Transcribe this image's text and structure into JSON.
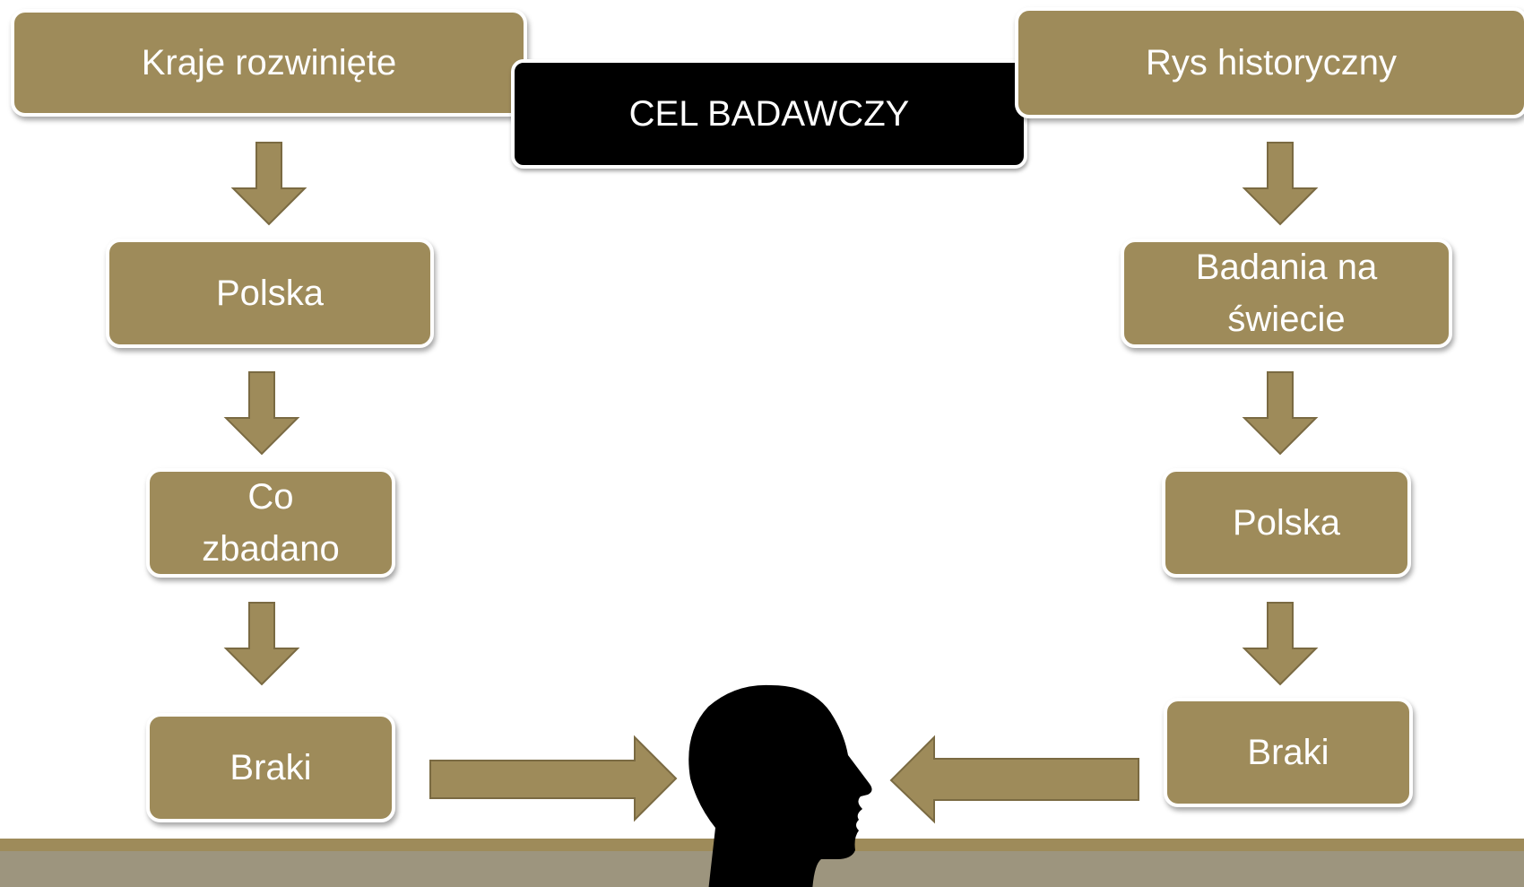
{
  "left_column": {
    "top": "Kraje rozwinięte",
    "step2": "Polska",
    "step3": "Co zbadano",
    "step4": "Braki"
  },
  "center": {
    "title": "CEL BADAWCZY"
  },
  "right_column": {
    "top": "Rys historyczny",
    "step2": "Badania na świecie",
    "step3": "Polska",
    "step4": "Braki"
  },
  "colors": {
    "box_fill": "#9e8b5a",
    "arrow_fill": "#9e8b5a",
    "center_fill": "#000000",
    "text": "#ffffff",
    "footer_band": "#9d957e"
  },
  "icons": {
    "person": "head-silhouette-icon"
  }
}
